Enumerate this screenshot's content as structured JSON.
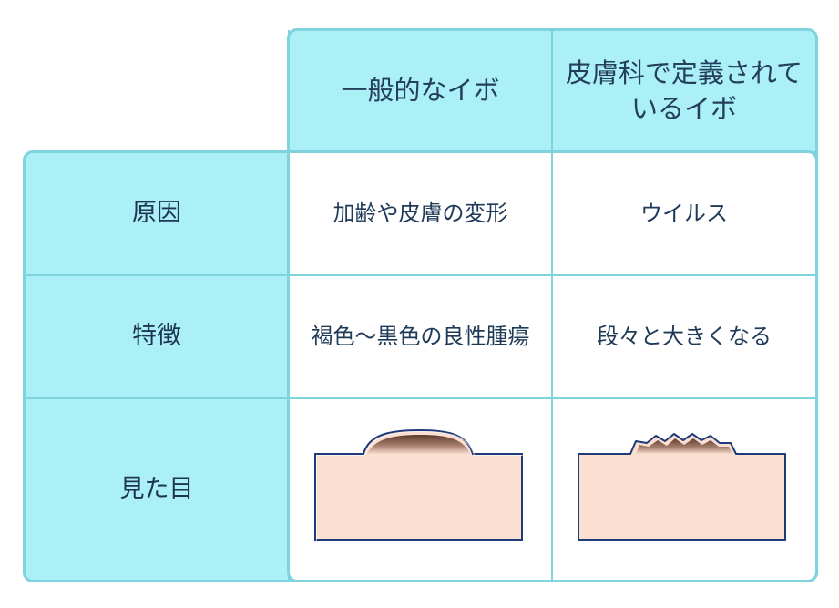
{
  "table": {
    "col_headers": [
      "一般的なイボ",
      "皮膚科で定義されているイボ"
    ],
    "col_header_lines": [
      [
        "一般的なイボ"
      ],
      [
        "皮膚科で定義されて",
        "いるイボ"
      ]
    ],
    "rows": [
      {
        "label": "原因",
        "cells": [
          "加齢や皮膚の変形",
          "ウイルス"
        ]
      },
      {
        "label": "特徴",
        "cells": [
          "褐色〜黒色の良性腫瘍",
          "段々と大きくなる"
        ]
      },
      {
        "label": "見た目",
        "cells": [
          "",
          ""
        ]
      }
    ]
  },
  "illustrations": [
    {
      "name": "common-wart",
      "shape": "smooth-dome"
    },
    {
      "name": "viral-wart",
      "shape": "jagged-bump"
    }
  ],
  "colors": {
    "header_bg": "#abeff7",
    "border": "#7fd3dd",
    "skin_fill": "#fbe0d1",
    "skin_outline": "#1f3a7a",
    "wart_dark": "#6b4a3c",
    "text": "#1f3a58"
  }
}
